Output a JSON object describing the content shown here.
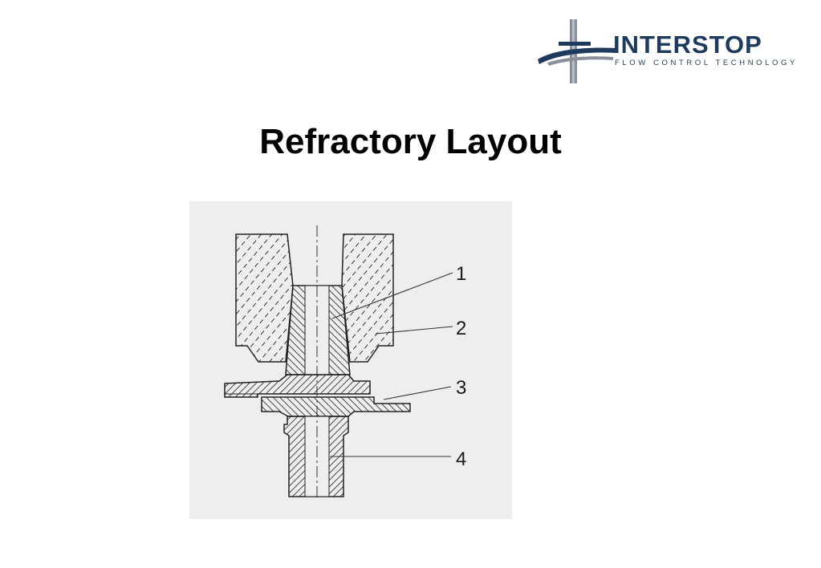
{
  "logo": {
    "name": "INTERSTOP",
    "tagline": "FLOW CONTROL TECHNOLOGY",
    "icon": "interstop-logo-icon",
    "colors": {
      "primary": "#1e3a5c",
      "metal": "#8a9099"
    }
  },
  "slide": {
    "title": "Refractory Layout"
  },
  "diagram": {
    "background": "#eeeeee",
    "parts": [
      {
        "label": "1"
      },
      {
        "label": "2"
      },
      {
        "label": "3"
      },
      {
        "label": "4"
      }
    ]
  }
}
